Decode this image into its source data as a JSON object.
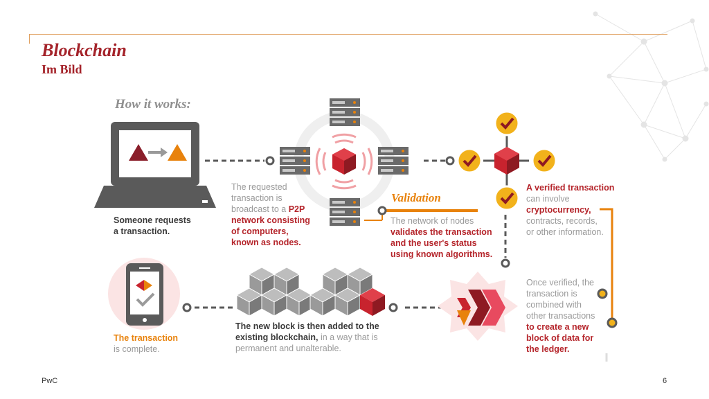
{
  "header": {
    "title": "Blockchain",
    "subtitle": "Im Bild"
  },
  "diagram": {
    "heading": "How it works:",
    "step1": {
      "line1": "Someone requests",
      "line2": "a transaction."
    },
    "step2": {
      "plain1": "The requested",
      "plain2": "transaction is",
      "plain3": "broadcast to a ",
      "bold3": "P2P",
      "bold4": "network consisting",
      "bold5": "of computers,",
      "bold6": "known as nodes."
    },
    "validation": {
      "heading": "Validation",
      "plain1": "The network of nodes",
      "bold2": "validates the transaction",
      "bold3": "and the user's status",
      "bold4": "using known algorithms."
    },
    "step3": {
      "bold1": "A verified transaction",
      "plain2": "can involve",
      "bold3": "cryptocurrency,",
      "plain4": "contracts, records,",
      "plain5": "or other information."
    },
    "step4": {
      "plain1": "Once verified, the",
      "plain2": "transaction is",
      "plain3": "combined with",
      "plain4": "other transactions",
      "bold5": "to create a new",
      "bold6": "block of data for",
      "bold7": "the ledger."
    },
    "step5": {
      "bold1": "The new block is then added to the",
      "bold2": "existing blockchain,",
      "plain2": " in a way that is",
      "plain3": "permanent and unalterable."
    },
    "step6": {
      "bold1": "The transaction",
      "plain2": "is complete."
    }
  },
  "footer": {
    "left": "PwC",
    "page": "6"
  },
  "colors": {
    "red": "#b5252b",
    "orange": "#e8820c",
    "dark": "#3a3a3a",
    "gray": "#9a9a9a"
  }
}
